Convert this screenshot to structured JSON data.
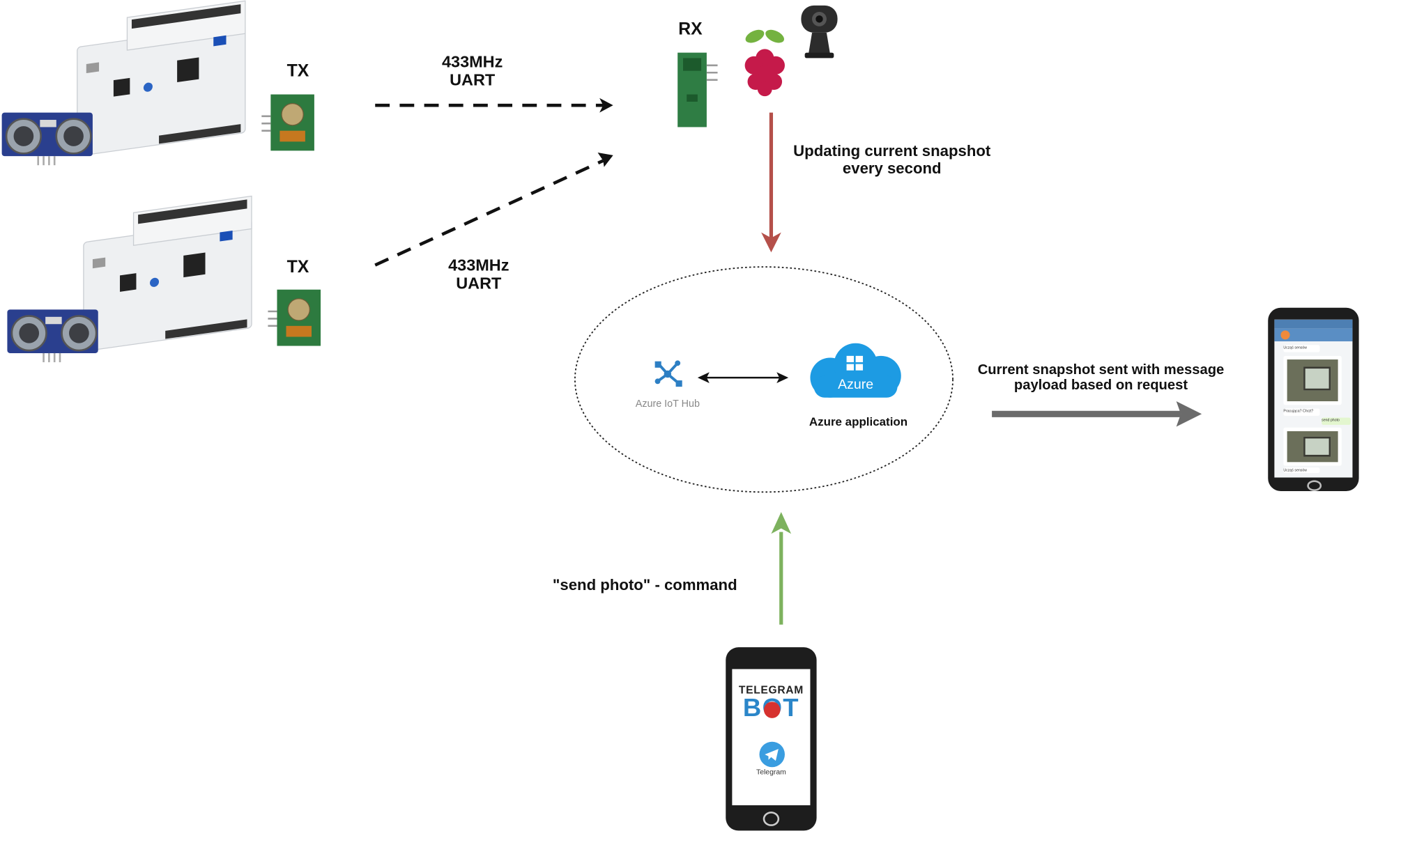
{
  "diagram": {
    "tx_top_label": "TX",
    "tx_bottom_label": "TX",
    "rx_label": "RX",
    "link_top": {
      "line1": "433MHz",
      "line2": "UART"
    },
    "link_bottom": {
      "line1": "433MHz",
      "line2": "UART"
    },
    "update_label": {
      "line1": "Updating current snapshot",
      "line2": "every second"
    },
    "iot_hub_caption": "Azure IoT Hub",
    "azure_logo_text": "Azure",
    "azure_app_label": "Azure application",
    "snapshot_label": {
      "line1": "Current snapshot sent with message",
      "line2": "payload based on request"
    },
    "command_label": "\"send photo\" - command",
    "telegram_bot": {
      "title": "TELEGRAM",
      "bot_text": "BOT",
      "app_caption": "Telegram"
    },
    "chat_screen": {
      "msg1": "Ucząś sensów",
      "msg2": "Pracująca? Chrzt?",
      "msg3": "send photo",
      "msg4": "Ucząś sensów"
    }
  },
  "colors": {
    "rx_to_cloud_arrow": "#b5504a",
    "command_arrow": "#7db25e",
    "result_arrow": "#6b6b6b",
    "azure_blue": "#1d9be3",
    "iot_blue": "#2d7fc4"
  }
}
